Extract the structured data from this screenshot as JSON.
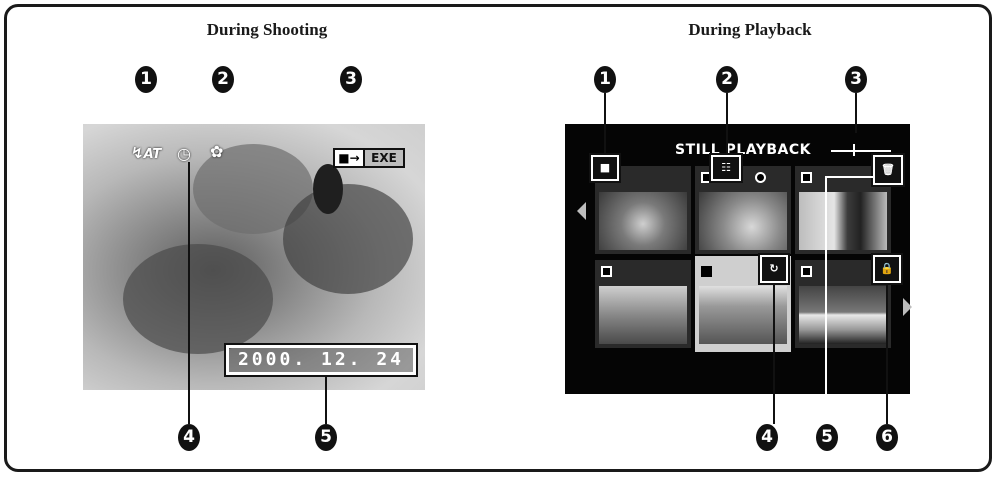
{
  "shooting": {
    "title": "During Shooting",
    "callouts": [
      "1",
      "2",
      "3",
      "4",
      "5"
    ],
    "flash_label": "AT",
    "exe_label": "EXE",
    "date": "2000. 12. 24"
  },
  "playback": {
    "title": "During Playback",
    "screen_title": "STILL PLAYBACK",
    "callouts": [
      "1",
      "2",
      "3",
      "4",
      "5",
      "6"
    ]
  },
  "icons": {
    "flash": "flash-icon",
    "self_timer": "self-timer-icon",
    "macro": "macro-flower-icon",
    "mode_arrow": "mode-arrow-icon",
    "protect": "protect-lock-icon",
    "trash": "trash-icon",
    "dpof": "dpof-print-icon"
  }
}
